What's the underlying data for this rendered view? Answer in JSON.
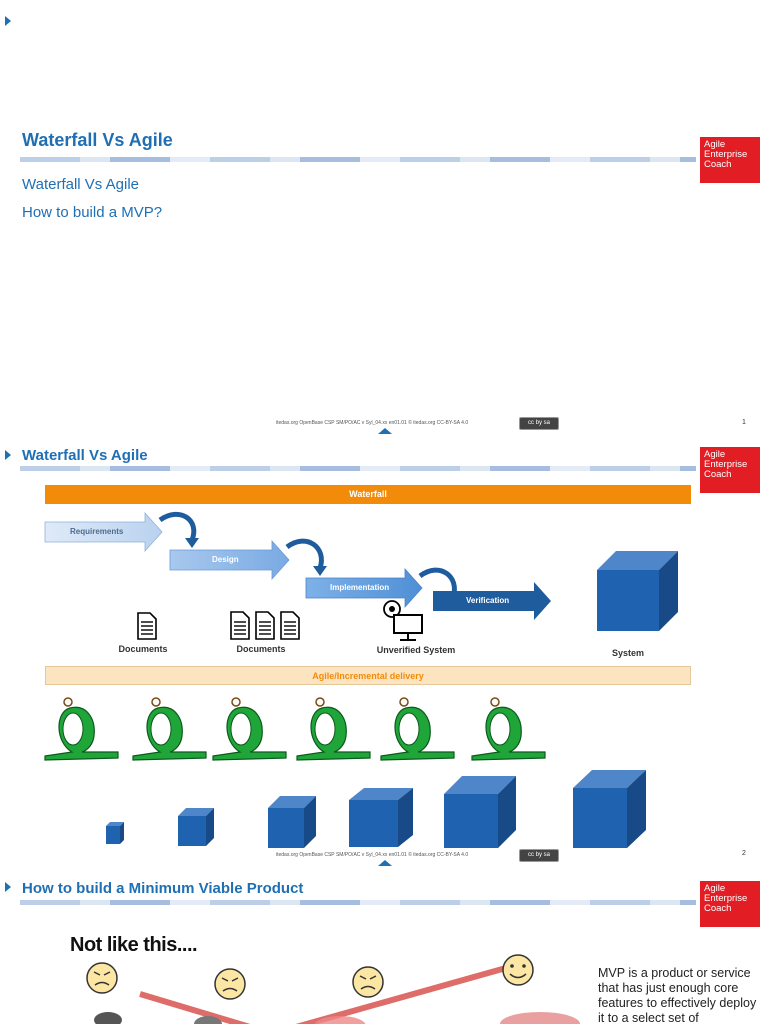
{
  "slide1": {
    "title": "Waterfall Vs Agile",
    "toc": [
      "Waterfall Vs Agile",
      "How to build a MVP?"
    ],
    "footer": "itedas.org OpenBase CSP SM/PO/AC v Syl_04.xx en01.01 © itedas.org CC-BY-SA 4.0",
    "page": "1"
  },
  "logo": {
    "lines": [
      "Agile",
      "Enterprise",
      "Coach"
    ],
    "color": "#e21e24"
  },
  "slide2": {
    "title": "Waterfall Vs Agile",
    "waterfall_bar": "Waterfall",
    "stages": [
      "Requirements",
      "Design",
      "Implementation",
      "Verification"
    ],
    "artifacts": [
      "Documents",
      "Documents",
      "Unverified System",
      "System"
    ],
    "agile_bar": "Agile/Incremental delivery",
    "footer": "itedas.org OpenBase CSP SM/PO/AC v Syl_04.xx en01.01 © itedas.org CC-BY-SA 4.0",
    "page": "2",
    "colors": {
      "waterfall": "#f28a0a",
      "agile_bg": "#fde4c0",
      "agile_text": "#f28a0a",
      "cube": "#1f63b0",
      "loop": "#1fa538"
    }
  },
  "slide3": {
    "title": "How to build a Minimum Viable Product",
    "cartoon_caption": "Not like this....",
    "body": "MVP is a product or service that has just enough core features to effectively deploy it to a select set of"
  }
}
